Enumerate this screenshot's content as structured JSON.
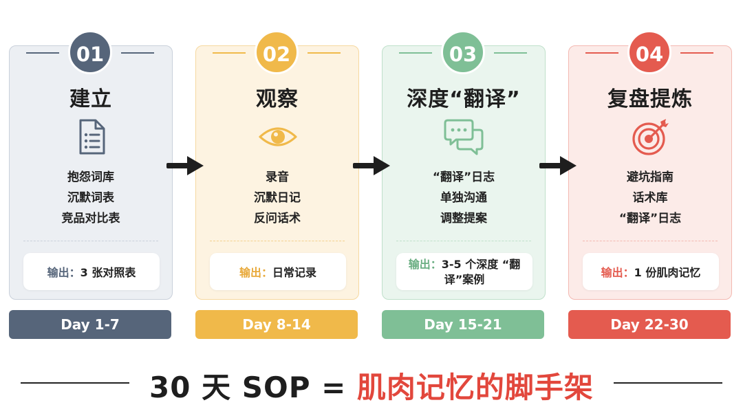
{
  "steps": [
    {
      "number": "01",
      "title": "建立",
      "icon": "checklist-document-icon",
      "items": [
        "抱怨词库",
        "沉默词表",
        "竞品对比表"
      ],
      "output_label": "输出：",
      "output_text": "3 张对照表",
      "day": "Day 1-7",
      "color": "#56657a",
      "bg": "#eceff3",
      "border": "#c9d0da"
    },
    {
      "number": "02",
      "title": "观察",
      "icon": "eye-icon",
      "items": [
        "录音",
        "沉默日记",
        "反问话术"
      ],
      "output_label": "输出：",
      "output_text": "日常记录",
      "day": "Day 8-14",
      "color": "#f0b94a",
      "bg": "#fdf3e1",
      "border": "#f6d89f"
    },
    {
      "number": "03",
      "title": "深度“翻译”",
      "icon": "chat-bubbles-icon",
      "items": [
        "“翻译”日志",
        "单独沟通",
        "调整提案"
      ],
      "output_label": "输出：",
      "output_text": "3-5 个深度 “翻译”案例",
      "day": "Day 15-21",
      "color": "#7fbf96",
      "bg": "#eaf5ee",
      "border": "#bfe0ca"
    },
    {
      "number": "04",
      "title": "复盘提炼",
      "icon": "target-icon",
      "items": [
        "避坑指南",
        "话术库",
        "“翻译”日志"
      ],
      "output_label": "输出：",
      "output_text": "1 份肌肉记忆",
      "day": "Day 22-30",
      "color": "#e45b4f",
      "bg": "#fcebe8",
      "border": "#f3b8b1"
    }
  ],
  "footer": {
    "prefix": "30 天 SOP = ",
    "highlight": "肌肉记忆的脚手架",
    "prefix_color": "#1e1e1e",
    "highlight_color": "#e2473c"
  }
}
